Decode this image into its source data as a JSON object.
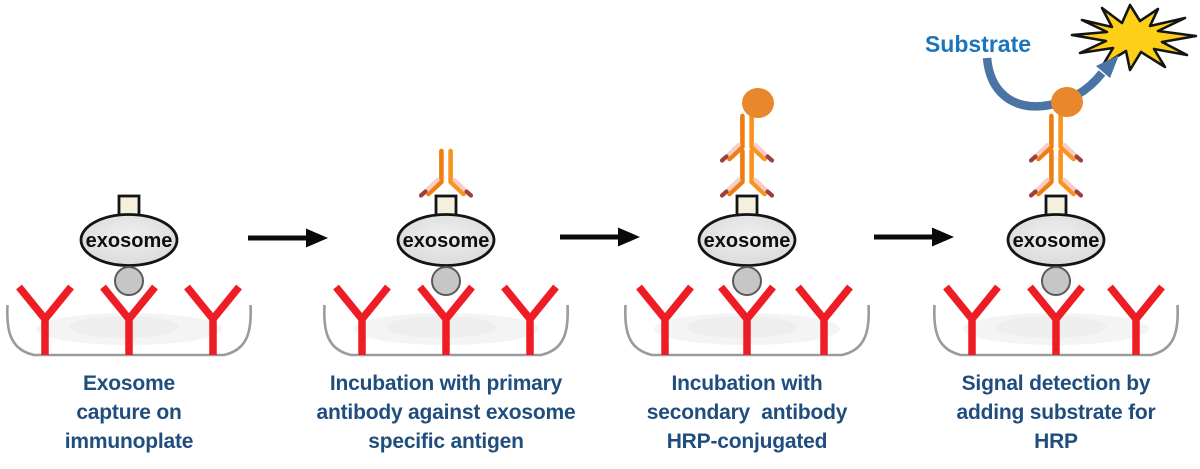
{
  "figure": {
    "exosome_label": "exosome",
    "substrate_label": "Substrate",
    "steps": [
      {
        "caption": [
          "Exosome",
          "capture on",
          "immunoplate"
        ]
      },
      {
        "caption": [
          "Incubation with primary",
          "antibody against exosome",
          "specific antigen"
        ]
      },
      {
        "caption": [
          "Incubation with",
          "secondary  antibody",
          "HRP-conjugated"
        ]
      },
      {
        "caption": [
          "Signal detection by",
          "adding substrate for",
          "HRP"
        ]
      }
    ],
    "colors": {
      "capture_antibody_red": "#EE1C25",
      "detection_antibody_orange": "#F0821E",
      "light_chain_pink": "#F7CDC5",
      "chain_tip_maroon": "#9E3F42",
      "hrp_ball_orange": "#E8872B",
      "exosome_gray": "#E3E3E3",
      "antigen_circle_gray": "#C6C6C6",
      "binding_site_cream": "#F5F0DE",
      "plate_gray": "#9B9B9B",
      "caption_blue": "#1F4E7E",
      "substrate_blue": "#1B75BC",
      "signal_burst_yellow": "#FDD017",
      "substrate_arrow_blue": "#4A74A3",
      "step_arrow_black": "#0A0A0A"
    }
  }
}
